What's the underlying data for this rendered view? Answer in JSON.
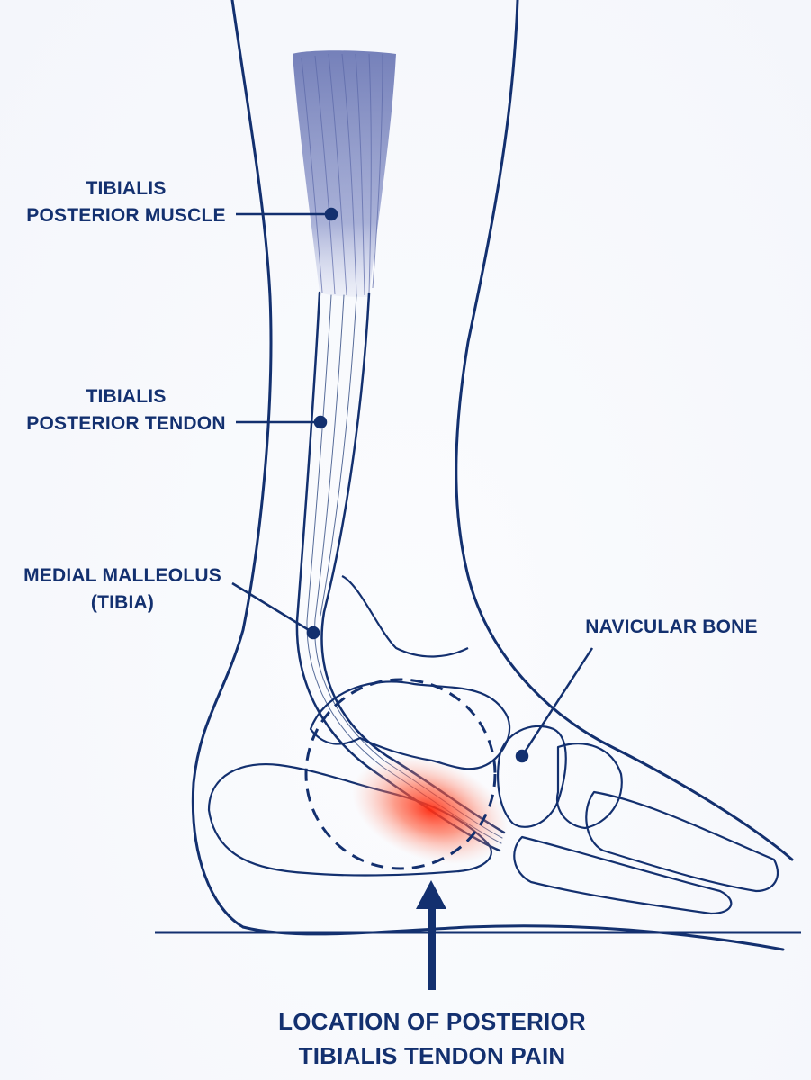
{
  "labels": {
    "tibialis_posterior_muscle": [
      "TIBIALIS",
      "POSTERIOR MUSCLE"
    ],
    "tibialis_posterior_tendon": [
      "TIBIALIS",
      "POSTERIOR TENDON"
    ],
    "medial_malleolus": [
      "MEDIAL MALLEOLUS",
      "(TIBIA)"
    ],
    "navicular_bone": [
      "NAVICULAR BONE"
    ],
    "pain_location": [
      "LOCATION OF POSTERIOR",
      "TIBIALIS TENDON PAIN"
    ]
  },
  "colors": {
    "line": "#13306f",
    "muscle": "#7b86bd",
    "pain": "#ff3b1f"
  }
}
